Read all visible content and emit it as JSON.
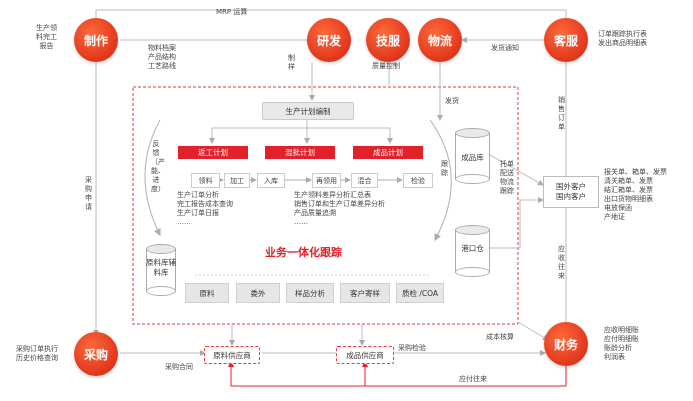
{
  "nodes": {
    "manufacturing": "制作",
    "rnd": "研发",
    "tech_service": "技服",
    "logistics": "物流",
    "customer_service": "客服",
    "procurement": "采购",
    "finance": "财务"
  },
  "labels": {
    "mrp": "MRP 运算",
    "mfg_notes": [
      "生产领",
      "料完工",
      "报告"
    ],
    "rnd_notes": [
      "物料档案",
      "产品结构",
      "工艺路线"
    ],
    "craft": "制样",
    "quality_control": "质量控制",
    "ship_notice": "发货通知",
    "shipping": "发货",
    "cs_notes": [
      "订单跟踪执行表",
      "发出商品明细表"
    ],
    "sales_order": "销售订单",
    "purchase_request": "采购申请",
    "feedback": "反馈（产能、进度）",
    "track": "跟踪",
    "consign": "托单配送物流跟踪",
    "receivable": "应收往来",
    "cost_accounting": "成本核算",
    "purchase_check": "采购检验",
    "purchase_contract": "采购合同",
    "payable": "应付往来",
    "proc_notes": [
      "采购订单执行",
      "历史价格查询"
    ],
    "fin_notes": [
      "应收明细账",
      "应付明细账",
      "账龄分析",
      "利润表"
    ],
    "cust_docs": [
      "报关单、箱单、发票",
      "清关箱单、发票",
      "结汇箱单、发票",
      "出口货物明细表",
      "电放保函",
      "产地证"
    ]
  },
  "core": {
    "plan_box": "生产计划编制",
    "red_bars": [
      "返工计划",
      "混批计划",
      "成品计划"
    ],
    "steps": [
      "领料",
      "加工",
      "入库",
      "再领用",
      "混合",
      "检验"
    ],
    "left_notes": [
      "生产订单分析",
      "完工报告成本查询",
      "生产订单日报",
      "……"
    ],
    "mid_notes": [
      "生产领料差异分析汇总表",
      "销售订单和生产订单差异分析",
      "产品质量追溯",
      "……"
    ],
    "title": "业务一体化跟踪",
    "bottom_boxes": [
      "原料",
      "委外",
      "样品分析",
      "客户寄样",
      "质检 /COA"
    ]
  },
  "storage": {
    "raw": "原料库辅料库",
    "finished": "成品库",
    "port": "港口仓"
  },
  "customers": [
    "国外客户",
    "国内客户"
  ],
  "suppliers": {
    "raw": "原料供应商",
    "finished": "成品供应商"
  },
  "colors": {
    "accent": "#e3212b",
    "node": "#e0361c",
    "dash": "#e2393f"
  }
}
